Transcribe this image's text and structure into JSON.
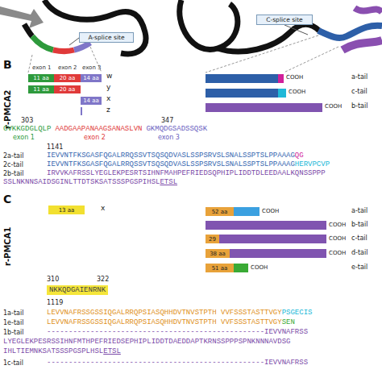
{
  "diagram": {
    "nodes": [
      {
        "text": [
          "A-splice site"
        ]
      },
      {
        "text": [
          "C-splice site"
        ]
      },
      {
        "text": [
          "11 aa"
        ]
      },
      {
        "text": [
          "20 aa"
        ]
      },
      {
        "text": [
          "14 aa"
        ]
      },
      {
        "text": [
          "11 aa"
        ]
      },
      {
        "text": [
          "20 aa"
        ]
      },
      {
        "text": [
          "14 aa"
        ]
      },
      {
        "text": [
          "13 aa"
        ]
      },
      {
        "text": [
          "52 aa"
        ]
      },
      {
        "text": [
          "29"
        ]
      },
      {
        "text": [
          "38 aa"
        ]
      },
      {
        "text": [
          "51 aa"
        ]
      },
      {
        "text": [
          "NKKQDGAIENRNK"
        ]
      }
    ],
    "labels": [
      "B",
      "r-PMCA2",
      "exon 1",
      "exon 2",
      "exon 3",
      "w",
      "y",
      "x",
      "z",
      "COOH",
      "a-tail",
      "COOH",
      "c-tail",
      "COOH",
      "b-tail",
      "303",
      "347",
      "GVKKGDGLQLP",
      "AADGAAPANAAGSANASLVN",
      "GKMQDGSADSSQSK",
      "exon 1",
      "exon 2",
      "exon 3",
      "1141",
      "2a-tail",
      "IEVVNTFKSGASFQGALRRQSSVTSQSQDVASLSSPSRVSLSNALSSPTSLPPAAAG",
      "QG",
      "2c-tail",
      "IEVVNTFKSGASFQGALRRQSSVTSQSQDVASLSSPSRVSLSNALSSPTSLPPAAAG",
      "HERVPCVP",
      "2b-tail",
      "IRVVKAFRSSLYEGLEKPESRTSIHNFMAHPEFRIEDSQPHIPLIDDTDLEEDAALKQNSSPPP",
      "SSLNKNNSAIDSGINLTTDTSKSATSSSPGSPIHSL",
      "ETSL",
      "C",
      "r-PMCA1",
      "x",
      "COOH",
      "a-tail",
      "COOH",
      "b-tail",
      "COOH",
      "c-tail",
      "COOH",
      "d-tail",
      "COOH",
      "e-tail",
      "310",
      "322",
      "1119",
      "1a-tail",
      "LEVVNAFRSSGSSIQGALRRQPSIASQHHDVTNVSTPTH VVFSSSTASTTVGY",
      "PSGECIS",
      "1e-tail",
      "LEVVNAFRSSGSSIQGALRRQPSIASQHHDVTNVSTPTH VVFSSSTASTTVGY",
      "SEN",
      "1b-tail",
      "--------------------------------------------------",
      "IEVVNAFRSS",
      "LYEGLEKPESRSSIHNFMTHPEFRIEDSEPHIPLIDDTDAEDDAPTKRNSSPPPSPNKNNNAVDSG",
      "IHLTIEMNKSATSSSPGSPLHSL",
      "ETSL",
      "1c-tail",
      "--------------------------------------------------",
      "IEVVNAFRSS"
    ]
  }
}
